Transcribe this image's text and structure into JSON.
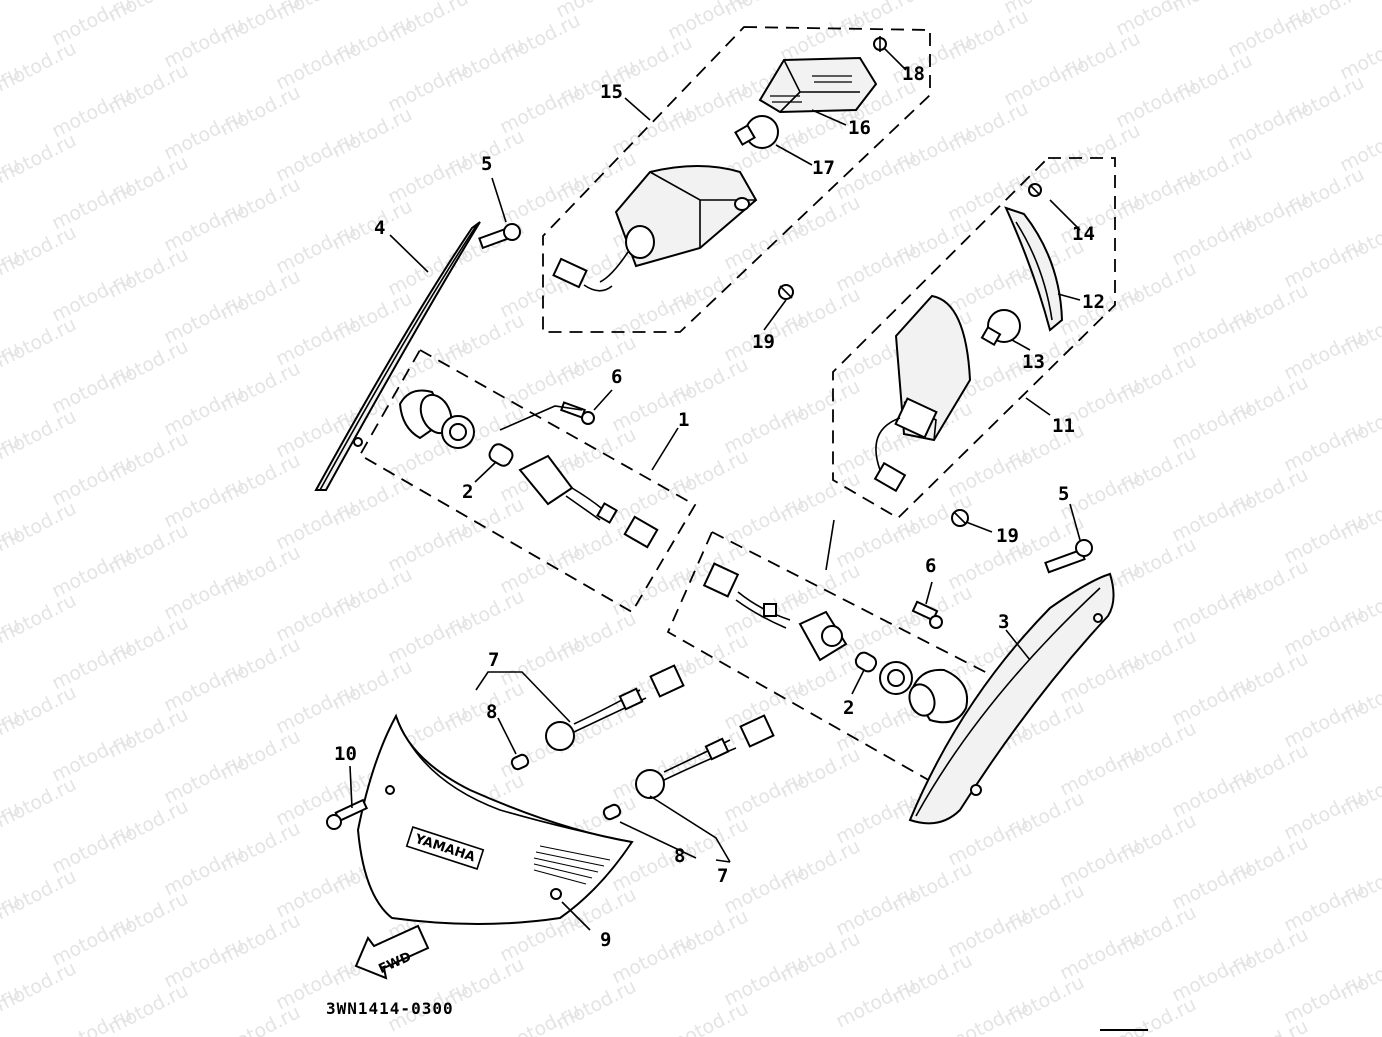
{
  "watermark": {
    "text": "motod.ru"
  },
  "logo_text": "YAMAHA",
  "fwd_text": "FWD",
  "diagram_code": "3WN1414-0300",
  "callouts": [
    {
      "id": "c1",
      "text": "1"
    },
    {
      "id": "c2a",
      "text": "2"
    },
    {
      "id": "c2b",
      "text": "2"
    },
    {
      "id": "c3",
      "text": "3"
    },
    {
      "id": "c4",
      "text": "4"
    },
    {
      "id": "c5a",
      "text": "5"
    },
    {
      "id": "c5b",
      "text": "5"
    },
    {
      "id": "c6a",
      "text": "6"
    },
    {
      "id": "c6b",
      "text": "6"
    },
    {
      "id": "c7a",
      "text": "7"
    },
    {
      "id": "c7b",
      "text": "7"
    },
    {
      "id": "c8a",
      "text": "8"
    },
    {
      "id": "c8b",
      "text": "8"
    },
    {
      "id": "c9",
      "text": "9"
    },
    {
      "id": "c10",
      "text": "10"
    },
    {
      "id": "c11",
      "text": "11"
    },
    {
      "id": "c12",
      "text": "12"
    },
    {
      "id": "c13",
      "text": "13"
    },
    {
      "id": "c14",
      "text": "14"
    },
    {
      "id": "c15",
      "text": "15"
    },
    {
      "id": "c16",
      "text": "16"
    },
    {
      "id": "c17",
      "text": "17"
    },
    {
      "id": "c18",
      "text": "18"
    },
    {
      "id": "c19a",
      "text": "19"
    },
    {
      "id": "c19b",
      "text": "19"
    }
  ]
}
